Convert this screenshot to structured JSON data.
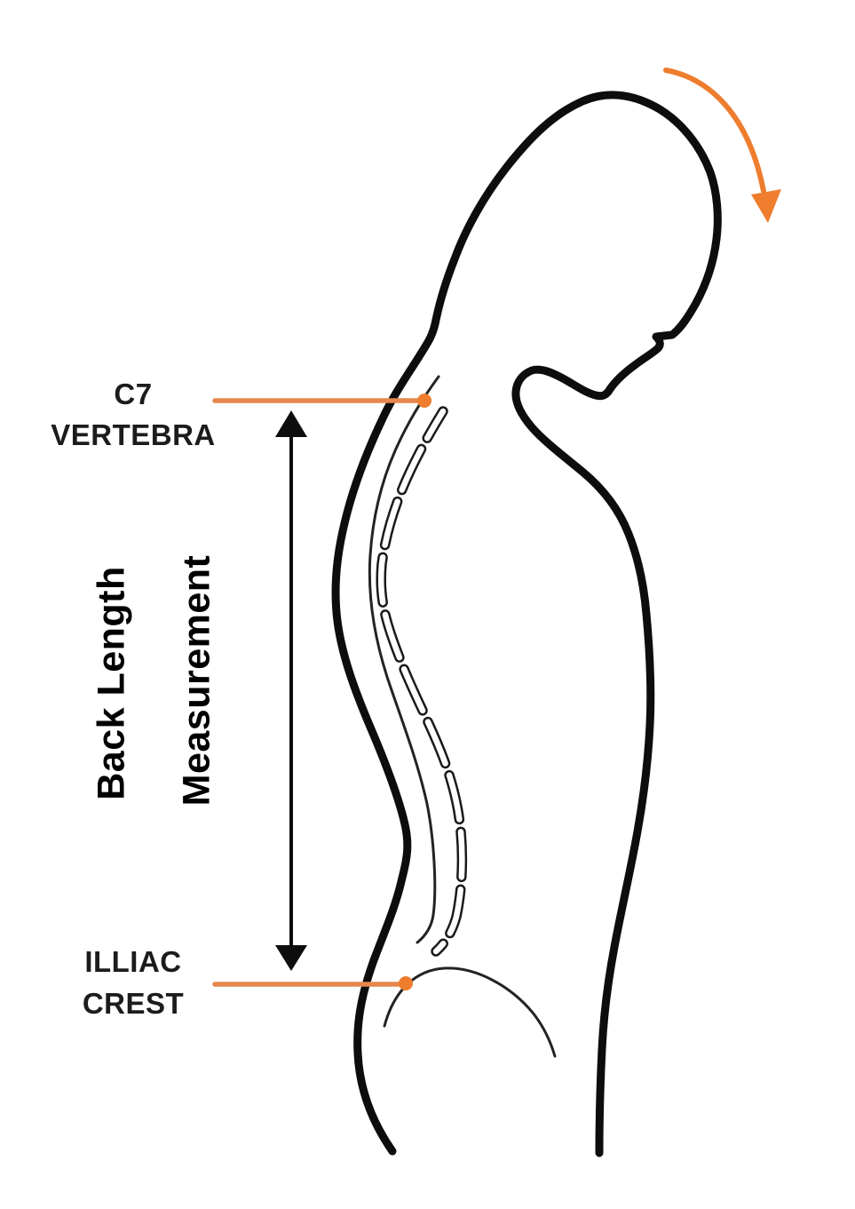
{
  "figure": {
    "type": "instructional-diagram",
    "subject": "Back length measurement on a side-profile human figure with head bent forward",
    "labels": {
      "c7_line1": "C7",
      "c7_line2": "VERTEBRA",
      "iliac_line1": "ILLIAC",
      "iliac_line2": "CREST",
      "measure_line1": "Back Length",
      "measure_line2": "Measurement"
    },
    "icons": {
      "bend_forward_arrow_icon": "curved orange arrow indicating bending the head forward",
      "measure_span_arrow_icon": "vertical double-headed black arrow spanning C7 vertebra to iliac crest",
      "c7_marker_dot_icon": "orange dot marking the C7 vertebra",
      "iliac_marker_dot_icon": "orange dot marking the iliac crest"
    },
    "colors": {
      "ink": "#0d0d0d",
      "thin_line": "#232323",
      "leader_orange": "#e5874c",
      "accent_orange": "#ee7d2e",
      "label_text": "#1c1c1c",
      "background": "#ffffff"
    }
  }
}
